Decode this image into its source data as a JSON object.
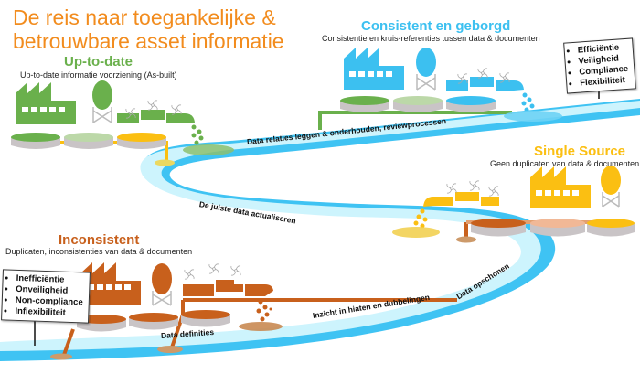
{
  "title": {
    "line1": "De reis naar toegankelijke &",
    "line2": "betrouwbare asset informatie"
  },
  "colors": {
    "title_orange": "#f28c1e",
    "green": "#6ab04c",
    "blue": "#3cc0f0",
    "yellow": "#fbbf12",
    "rust": "#c8601c",
    "river_light": "#cdf4fd",
    "river_dark": "#3fc3f3",
    "tank_grey": "#c9c4c6"
  },
  "stages": [
    {
      "id": "inconsistent",
      "title": "Inconsistent",
      "subtitle": "Duplicaten, inconsistenties van data & documenten",
      "color": "#c8601c"
    },
    {
      "id": "single-source",
      "title": "Single Source",
      "subtitle": "Geen duplicaten van data & documenten",
      "color": "#fbbf12"
    },
    {
      "id": "up-to-date",
      "title": "Up-to-date",
      "subtitle": "Up-to-date informatie voorziening (As-built)",
      "color": "#6ab04c"
    },
    {
      "id": "consistent",
      "title": "Consistent en geborgd",
      "subtitle": "Consistentie en kruis-referenties tussen data & documenten",
      "color": "#3cc0f0"
    }
  ],
  "signs": {
    "negative": {
      "items": [
        "Inefficiëntie",
        "Onveiligheid",
        "Non-compliance",
        "Inflexibiliteit"
      ]
    },
    "positive": {
      "items": [
        "Efficiëntie",
        "Veiligheid",
        "Compliance",
        "Flexibiliteit"
      ]
    }
  },
  "river_steps": [
    "Data definities",
    "Inzicht in hiaten en dubbelingen",
    "Data opschonen",
    "De juiste data actualiseren",
    "Data relaties leggen & onderhouden, reviewprocessen"
  ]
}
